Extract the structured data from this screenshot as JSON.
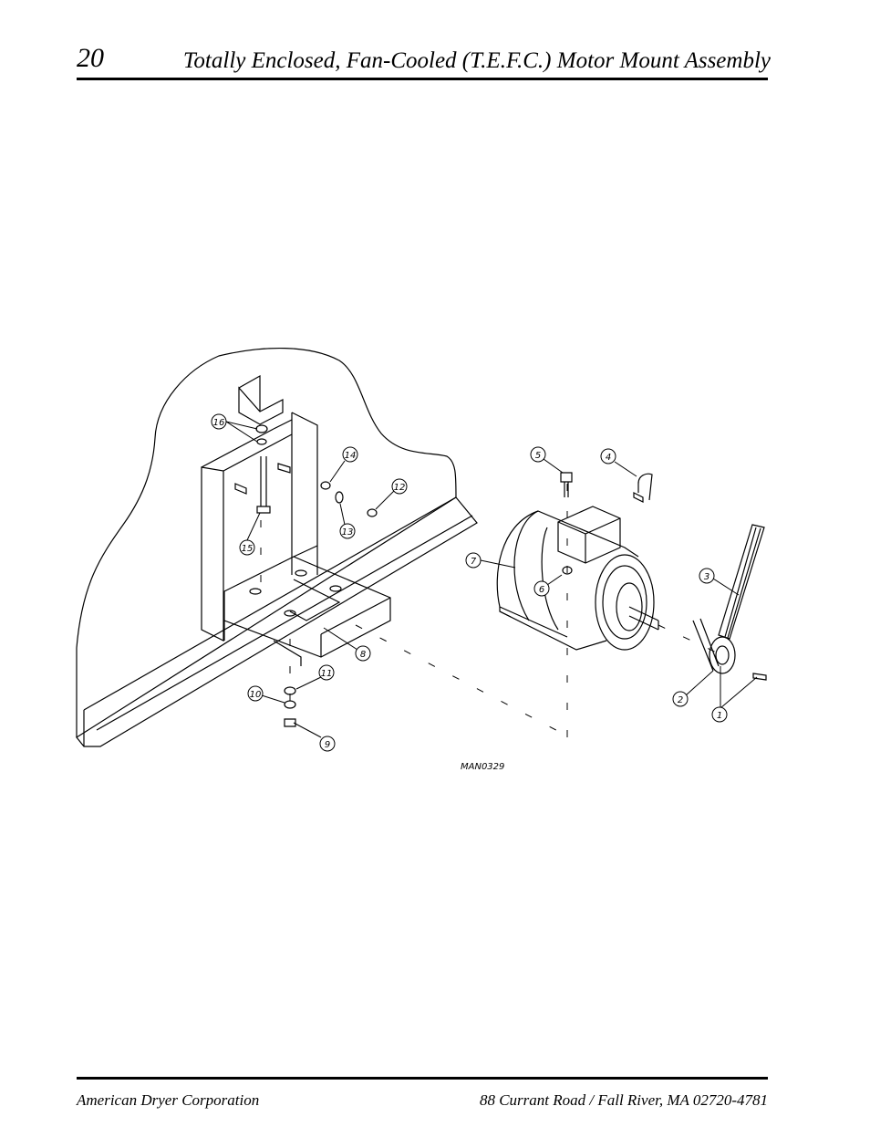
{
  "header": {
    "page_number": "20",
    "title": "Totally Enclosed, Fan-Cooled (T.E.F.C.) Motor Mount Assembly"
  },
  "diagram": {
    "drawing_id": "MAN0329",
    "callouts": [
      "1",
      "2",
      "3",
      "4",
      "5",
      "6",
      "7",
      "8",
      "9",
      "10",
      "11",
      "12",
      "13",
      "14",
      "15",
      "16"
    ]
  },
  "footer": {
    "company": "American Dryer Corporation",
    "address": "88 Currant Road / Fall River, MA 02720-4781"
  }
}
